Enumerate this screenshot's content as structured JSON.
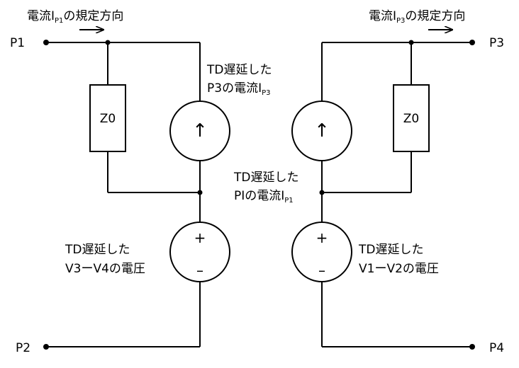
{
  "ports": {
    "p1": "P1",
    "p2": "P2",
    "p3": "P3",
    "p4": "P4"
  },
  "left": {
    "direction_label": {
      "pre": "電流I",
      "sub": "P1",
      "post": "の規定方向"
    },
    "impedance": "Z0",
    "current_source": {
      "line1": "TD遅延した",
      "line2_pre": "P3の電流I",
      "line2_sub": "P3"
    },
    "voltage_source": {
      "line1": "TD遅延した",
      "line2": "V3ーV4の電圧"
    }
  },
  "right": {
    "direction_label": {
      "pre": "電流I",
      "sub": "P3",
      "post": "の規定方向"
    },
    "impedance": "Z0",
    "current_source": {
      "line1": "TD遅延した",
      "line2_pre": "PIの電流I",
      "line2_sub": "P1"
    },
    "voltage_source": {
      "line1": "TD遅延した",
      "line2": "V1ーV2の電圧"
    }
  },
  "symbols": {
    "arrow": "↑",
    "plus": "+",
    "minus": "–"
  }
}
